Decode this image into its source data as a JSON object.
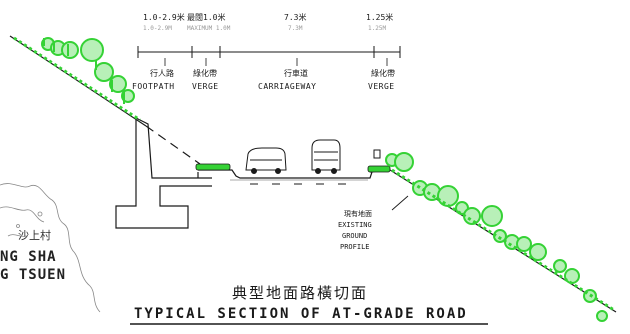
{
  "dimensions": [
    {
      "value": "1.0-2.9米",
      "sub": "1.0-2.9M"
    },
    {
      "value": "最闊1.0米",
      "sub": "MAXIMUM 1.0M"
    },
    {
      "value": "7.3米",
      "sub": "7.3M"
    },
    {
      "value": "1.25米",
      "sub": "1.25M"
    }
  ],
  "elements": [
    {
      "label_cn": "行人路",
      "label_en": "FOOTPATH"
    },
    {
      "label_cn": "綠化帶",
      "label_en": "VERGE"
    },
    {
      "label_cn": "行車道",
      "label_en": "CARRIAGEWAY"
    },
    {
      "label_cn": "綠化帶",
      "label_en": "VERGE"
    }
  ],
  "ground_label": {
    "cn": "現有地面",
    "lines": [
      "EXISTING",
      "GROUND",
      "PROFILE"
    ]
  },
  "title": {
    "cn": "典型地面路橫切面",
    "en": "TYPICAL SECTION OF AT-GRADE ROAD"
  },
  "place": {
    "cn": "沙上村",
    "lines": [
      "NG SHA",
      "G TSUEN"
    ]
  },
  "colors": {
    "vegetation": "#35d235",
    "ink": "#1a1a1a",
    "faint": "#9a9a9a"
  }
}
